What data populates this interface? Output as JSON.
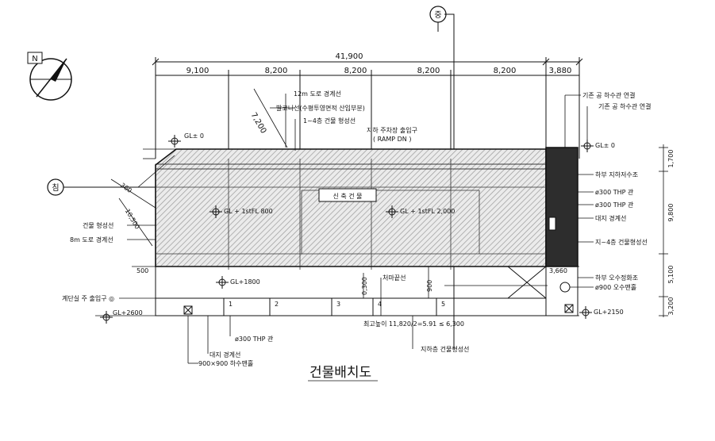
{
  "drawing": {
    "title": "건물배치도",
    "north_marker": "N",
    "road_marker_top": "중",
    "road_marker_left": "침"
  },
  "dimensions": {
    "overall": "41,900",
    "spans": [
      "9,100",
      "8,200",
      "8,200",
      "8,200",
      "8,200",
      "3,880"
    ],
    "right_side": [
      "1,700",
      "9,800",
      "5,100",
      "3,200"
    ],
    "diagonal": "7,200",
    "angle_left": "360",
    "left_diag": "10,500",
    "left_500": "500",
    "right_3660": "3,660",
    "ramp_300": "0,300",
    "ramp_900": "900"
  },
  "labels": {
    "road_12m": "12m 도로 경계선",
    "balcony_line": "발코니선(수평투영면적 산입부분)",
    "setback_1_4": "1~4층 건물 형성선",
    "parking_ramp_1": "지하 주차장 출입구",
    "parking_ramp_2": "( RAMP DN )",
    "new_building": "신 축 건 물",
    "gl_1f_left": "GL + 1stFL 800",
    "gl_1f_right": "GL + 1stFL 2,000",
    "gl_top_left": "GL± 0",
    "gl_top_right": "GL± 0",
    "gl_1800": "GL+1800",
    "gl_2600": "GL+2600",
    "gl_2150": "GL+2150",
    "existing_sewer_1": "기존 공 하수관 연결",
    "existing_sewer_2": "기존 공 하수관 연결",
    "underground_tank": "하부 지하저수조",
    "thp_1": "ø300 THP 관",
    "thp_2": "ø300 THP 관",
    "site_boundary_right": "대지 경계선",
    "setback_4f": "지~4층 건물형성선",
    "septic": "하부 오수정화조",
    "manhole_900": "ø900 오수맨홀",
    "building_line_left": "건물 형성선",
    "road_8m": "8m 도로 경계선",
    "stair_entrance": "계단실 주 출입구 ◎",
    "drain_line": "처마끝선",
    "thp_bottom": "ø300 THP 관",
    "site_boundary_bottom": "대지 경계선",
    "manhole_bottom": "900×900 하수맨홀",
    "max_height": "최고높이 11,820/2=5.91 ≤ 6,300",
    "basement_line": "지하층 건물형성선",
    "stairs": [
      "1",
      "2",
      "3",
      "4",
      "5"
    ]
  }
}
